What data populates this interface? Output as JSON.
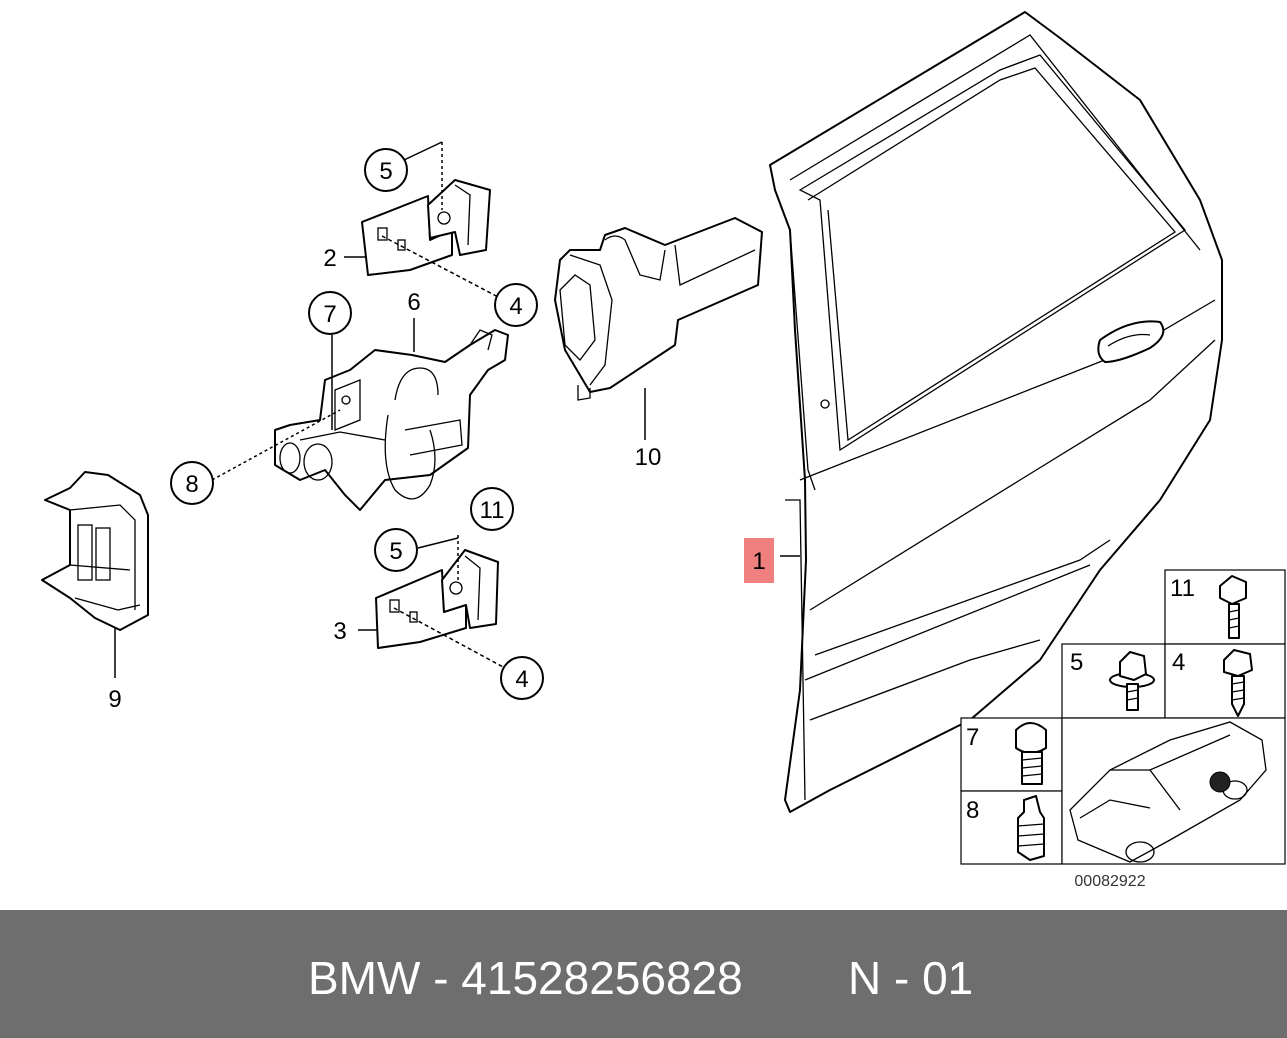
{
  "diagram": {
    "callouts": [
      {
        "id": "c5a",
        "label": "5"
      },
      {
        "id": "c2",
        "label": "2"
      },
      {
        "id": "c4a",
        "label": "4"
      },
      {
        "id": "c7",
        "label": "7"
      },
      {
        "id": "c6",
        "label": "6"
      },
      {
        "id": "c8",
        "label": "8"
      },
      {
        "id": "c11",
        "label": "11"
      },
      {
        "id": "c5b",
        "label": "5"
      },
      {
        "id": "c3",
        "label": "3"
      },
      {
        "id": "c4b",
        "label": "4"
      },
      {
        "id": "c9",
        "label": "9"
      },
      {
        "id": "c10",
        "label": "10"
      },
      {
        "id": "c1",
        "label": "1"
      }
    ],
    "fastener_table": [
      {
        "label": "11"
      },
      {
        "label": "5"
      },
      {
        "label": "4"
      },
      {
        "label": "7"
      },
      {
        "label": "8"
      }
    ],
    "drawing_number": "00082922",
    "highlight_color": "#f08080"
  },
  "footer": {
    "brand_part": "BMW - 41528256828",
    "code": "N - 01",
    "background": "#6e6e6e"
  }
}
